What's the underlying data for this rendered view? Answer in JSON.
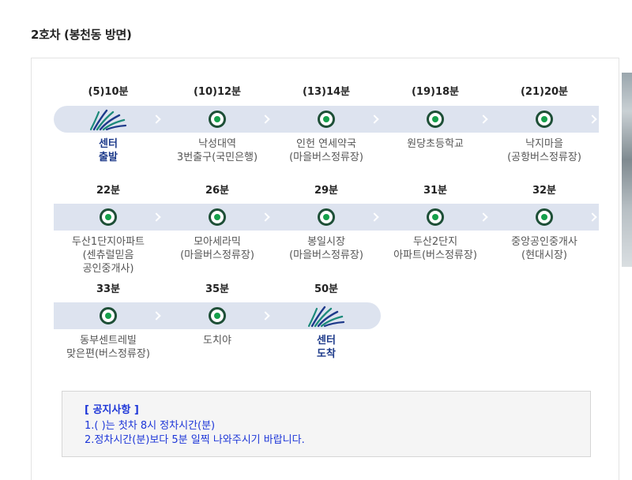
{
  "page_title": "2호차 (봉천동 방면)",
  "colors": {
    "line": "#dde3ef",
    "center_text": "#1d3a8a",
    "notice_text": "#1d36d8",
    "marker_ring": "#1e4f37",
    "marker_dot": "#15a04b"
  },
  "rows": [
    [
      {
        "time": "(5)10분",
        "name": "센터\n출발",
        "type": "center"
      },
      {
        "time": "(10)12분",
        "name": "낙성대역\n3번출구(국민은행)",
        "type": "stop"
      },
      {
        "time": "(13)14분",
        "name": "인헌 연세약국\n(마을버스정류장)",
        "type": "stop"
      },
      {
        "time": "(19)18분",
        "name": "원당초등학교",
        "type": "stop"
      },
      {
        "time": "(21)20분",
        "name": "낙지마을\n(공항버스정류장)",
        "type": "stop"
      }
    ],
    [
      {
        "time": "22분",
        "name": "두산1단지아파트\n(센츄럴믿음\n공인중개사)",
        "type": "stop"
      },
      {
        "time": "26분",
        "name": "모아세라믹\n(마을버스정류장)",
        "type": "stop"
      },
      {
        "time": "29분",
        "name": "봉일시장\n(마을버스정류장)",
        "type": "stop"
      },
      {
        "time": "31분",
        "name": "두산2단지\n아파트(버스정류장)",
        "type": "stop"
      },
      {
        "time": "32분",
        "name": "중앙공인중개사\n(현대시장)",
        "type": "stop"
      }
    ],
    [
      {
        "time": "33분",
        "name": "동부센트레빌\n맞은편(버스정류장)",
        "type": "stop"
      },
      {
        "time": "35분",
        "name": "도치야",
        "type": "stop"
      },
      {
        "time": "50분",
        "name": "센터\n도착",
        "type": "center"
      }
    ]
  ],
  "notice": {
    "title": "[ 공지사항 ]",
    "lines": [
      "1.( )는 첫차 8시 정차시간(분)",
      "2.정차시간(분)보다 5분 일찍 나와주시기 바랍니다."
    ]
  }
}
